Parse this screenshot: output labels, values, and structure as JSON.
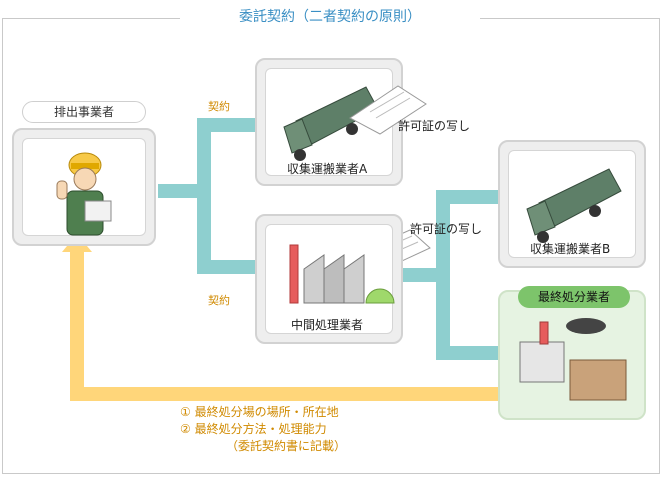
{
  "title": "委託契約（二者契約の原則）",
  "nodes": {
    "generator": "排出事業者",
    "collector_a": "収集運搬業者A",
    "collector_b": "収集運搬業者B",
    "intermediate": "中間処理業者",
    "final": "最終処分業者"
  },
  "labels": {
    "contract_top": "契約",
    "contract_bottom": "契約",
    "permit_copy_1": "許可証の写し",
    "permit_copy_2": "許可証の写し"
  },
  "notes": {
    "line1": "①  最終処分場の場所・所在地",
    "line2": "②  最終処分方法・処理能力",
    "line3": "（委託契約書に記載）"
  },
  "colors": {
    "flow": "#8ecfcf",
    "feedback": "#ffd67a",
    "title": "#3a8fc4",
    "final_bg": "#e6f3e2",
    "final_pill": "#7dc46b"
  }
}
